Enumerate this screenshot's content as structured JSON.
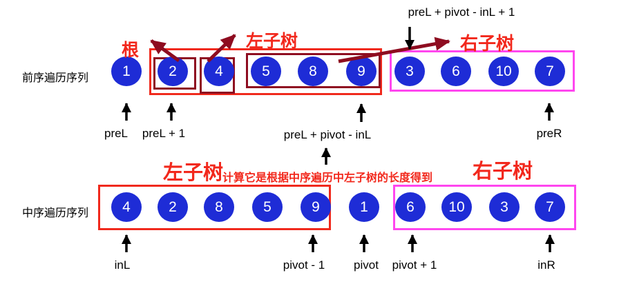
{
  "colors": {
    "circle_blue": "#1e2cd6",
    "box_red": "#f0291c",
    "dark_red": "#8e0c20",
    "pink": "#ff46ef",
    "red_text": "#f2281c",
    "arrow_black": "#000000"
  },
  "preorder": {
    "row_label": "前序遍历序列",
    "values": [
      "1",
      "2",
      "4",
      "5",
      "8",
      "9",
      "3",
      "6",
      "10",
      "7"
    ],
    "pointers": {
      "preL": "preL",
      "preL_plus_1": "preL + 1",
      "preL_pivot_inL": "preL + pivot - inL",
      "preR": "preR"
    },
    "formula_top": "preL + pivot - inL + 1"
  },
  "inorder": {
    "row_label": "中序遍历序列",
    "values": [
      "4",
      "2",
      "8",
      "5",
      "9",
      "1",
      "6",
      "10",
      "3",
      "7"
    ],
    "pointers": {
      "inL": "inL",
      "pivot_minus_1": "pivot - 1",
      "pivot": "pivot",
      "pivot_plus_1": "pivot + 1",
      "inR": "inR"
    }
  },
  "labels": {
    "root": "根",
    "left_subtree_top": "左子树",
    "right_subtree_top": "右子树",
    "left_subtree_bottom": "左子树",
    "right_subtree_bottom": "右子树",
    "note": "计算它是根据中序遍历中左子树的长度得到"
  }
}
